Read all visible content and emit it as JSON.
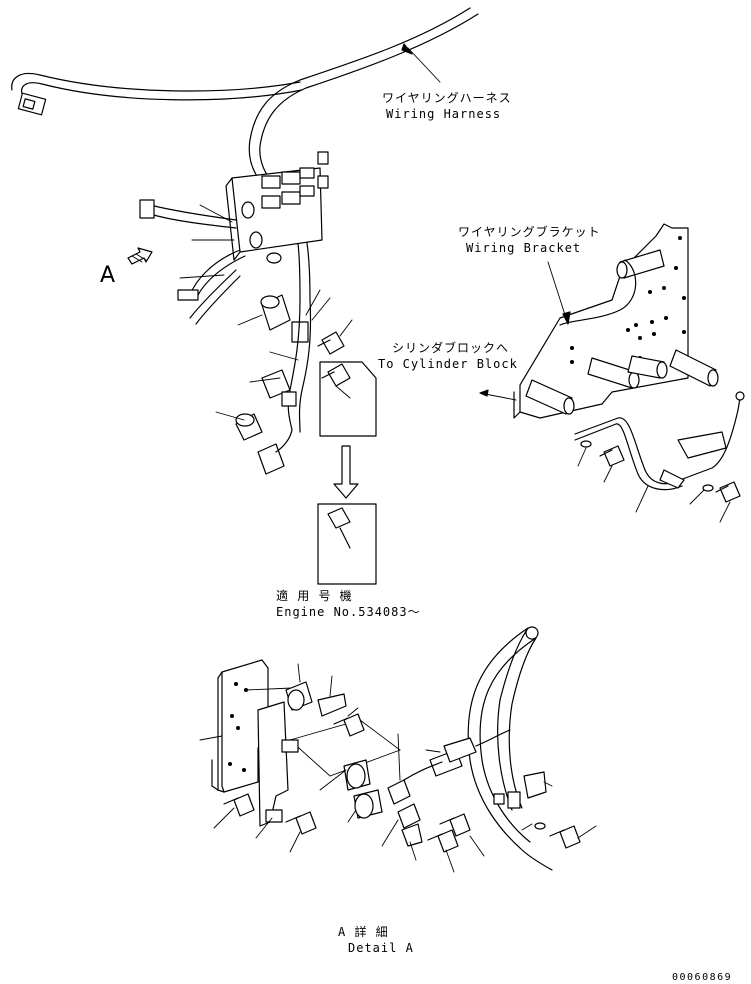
{
  "labels": {
    "harness_jp": "ワイヤリングハーネス",
    "harness_en": "Wiring Harness",
    "bracket_jp": "ワイヤリングブラケット",
    "bracket_en": "Wiring Bracket",
    "cylinder_jp": "シリンダブロックへ",
    "cylinder_en": "To Cylinder Block",
    "serial_jp": "適 用 号 機",
    "serial_en": "Engine No.534083～",
    "view_marker": "A",
    "detail_jp": "A 詳 細",
    "detail_en": "Detail A",
    "drawing_code": "00060869"
  }
}
